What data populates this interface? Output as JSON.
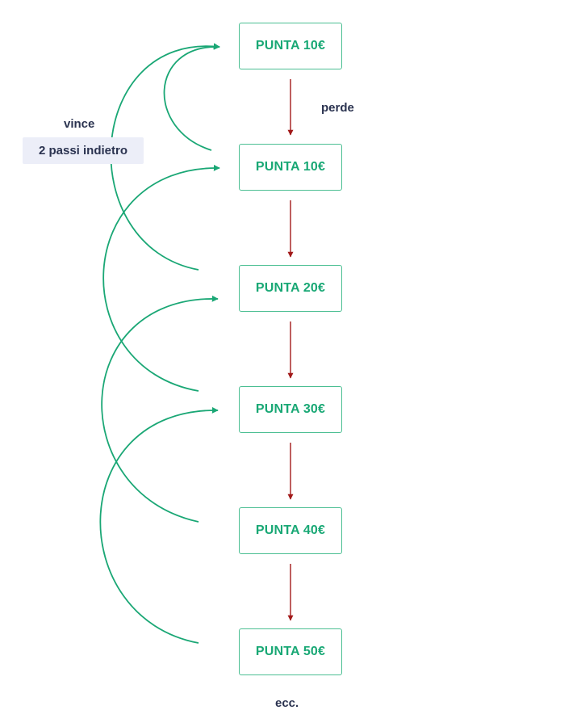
{
  "diagram": {
    "boxes": [
      "PUNTA 10€",
      "PUNTA 10€",
      "PUNTA 20€",
      "PUNTA 30€",
      "PUNTA 40€",
      "PUNTA 50€"
    ],
    "win_label_line1": "vince",
    "win_label_line2": "2 passi indietro",
    "loss_label": "perde",
    "continuation_label": "ecc."
  },
  "colors": {
    "win_arrow": "#1aa775",
    "loss_arrow": "#a21a1a",
    "box_border": "#4cbf93",
    "box_text": "#19a875",
    "label_text": "#2b3350",
    "label_background": "#eceef8"
  }
}
